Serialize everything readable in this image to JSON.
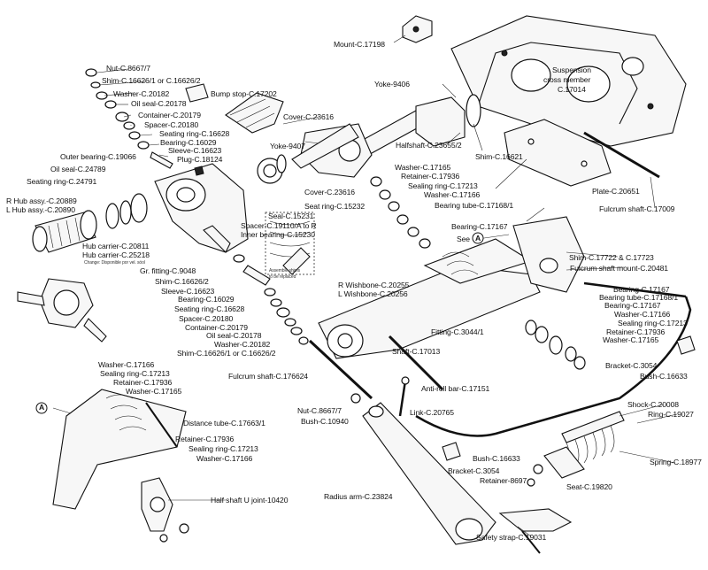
{
  "labels": {
    "mount": "Mount-C.17198",
    "nut_top": "Nut-C.8667/7",
    "shim_top": "Shim-C.16626/1 or C.16626/2",
    "washer_top": "Washer-C.20182",
    "oil_seal_top": "Oil seal-C.20178",
    "bump_stop": "Bump stop-C.17202",
    "container_top": "Container-C.20179",
    "spacer_top": "Spacer-C.20180",
    "seating_ring_top": "Seating ring-C.16628",
    "bearing_top": "Bearing-C.16029",
    "sleeve_top": "Sleeve-C.16623",
    "plug": "Plug-C.18124",
    "outer_bearing": "Outer bearing-C.19066",
    "oil_seal_outer": "Oil seal-C.24789",
    "seating_ring_outer": "Seating ring-C.24791",
    "r_hub": "R Hub assy.-C.20889",
    "l_hub": "L Hub assy.-C.20890",
    "hub_carrier_1": "Hub carrier-C.20811",
    "hub_carrier_2": "Hub carrier-C.25218",
    "hub_carrier_note": "Change: Disponible por vel. sóol",
    "yoke_9406": "Yoke-9406",
    "suspension_cross_1": "Suspension",
    "suspension_cross_2": "cross member",
    "suspension_cross_3": "C.17014",
    "cover_upper": "Cover-C.23616",
    "halfshaft": "Halfshaft-C.23655/2",
    "shim_16621": "Shim-C.16621",
    "yoke_9407": "Yoke-9407",
    "washer_mid": "Washer-C.17165",
    "retainer_mid": "Retainer-C.17936",
    "sealing_ring_mid": "Sealing ring-C.17213",
    "washer_mid2": "Washer-C.17166",
    "cover_lower": "Cover-C.23616",
    "seat_ring": "Seat ring-C.15232",
    "seal": "Seal-C.15231",
    "spacer_inner_1": "Spacer-C.19110/A to R",
    "spacer_inner_2": "Inner bearing-C.15230",
    "bearing_tube_top": "Bearing tube-C.17168/1",
    "bearing_17167_top": "Bearing-C.17167",
    "plate": "Plate-C.20651",
    "fulcrum_shaft_right": "Fulcrum shaft-C.17009",
    "see_a_text": "See",
    "see_a_mark": "A",
    "shim_right": "Shim-C.17722 & C.17723",
    "fulcrum_mount": "Fulcrum shaft mount-C.20481",
    "gr_fitting": "Gr. fitting-C.9048",
    "shim_mid": "Shim-C.16626/2",
    "sleeve_mid": "Sleeve-C.16623",
    "r_wishbone": "R Wishbone-C.20255",
    "l_wishbone": "L Wishbone-C.20256",
    "spring_note_1": "Assemble shims",
    "spring_note_2": "to be replaced",
    "bearing_right": "Bearing-C.17167",
    "bearing_tube_right": "Bearing tube-C.17168/1",
    "bearing_right2": "Bearing-C.17167",
    "washer_right": "Washer-C.17166",
    "sealing_ring_right": "Sealing ring-C.17213",
    "bearing_mid": "Bearing-C.16029",
    "seating_ring_mid": "Seating ring-C.16628",
    "spacer_mid": "Spacer-C.20180",
    "container_mid": "Container-C.20179",
    "oil_seal_mid": "Oil seal-C.20178",
    "washer_mid3": "Washer-C.20182",
    "shim_mid3": "Shim-C.16626/1 or C.16626/2",
    "fitting": "Fitting-C.3044/1",
    "retainer_right": "Retainer-C.17936",
    "washer_right2": "Washer-C.17165",
    "shaft": "Shaft-C.17013",
    "bracket_right": "Bracket-C.3054",
    "bush_right": "Bush-C.16633",
    "washer_left": "Washer-C.17166",
    "sealing_ring_left": "Sealing ring-C.17213",
    "retainer_left": "Retainer-C.17936",
    "washer_left2": "Washer-C.17165",
    "fulcrum_shaft_mid": "Fulcrum shaft-C.176624",
    "anti_roll_bar": "Anti-roll bar-C.17151",
    "a_mark": "A",
    "distance_tube": "Distance tube-C.17663/1",
    "shock": "Shock-C.20008",
    "ring": "Ring-C.19027",
    "nut_bottom": "Nut-C.8667/7",
    "link": "Link-C.20765",
    "bush_bottom": "Bush-C.10940",
    "retainer_left2": "Retainer-C.17936",
    "sealing_ring_left2": "Sealing ring-C.17213",
    "washer_left3": "Washer-C.17166",
    "spring": "Spring-C.18977",
    "bush_mid": "Bush-C.16633",
    "bracket_mid": "Bracket-C.3054",
    "retainer_8697": "Retainer-8697",
    "seat": "Seat-C.19820",
    "radius_arm": "Radius arm-C.23824",
    "half_shaft_u_joint": "Half shaft U joint-10420",
    "safety_strap": "Safety strap-C.19031"
  }
}
